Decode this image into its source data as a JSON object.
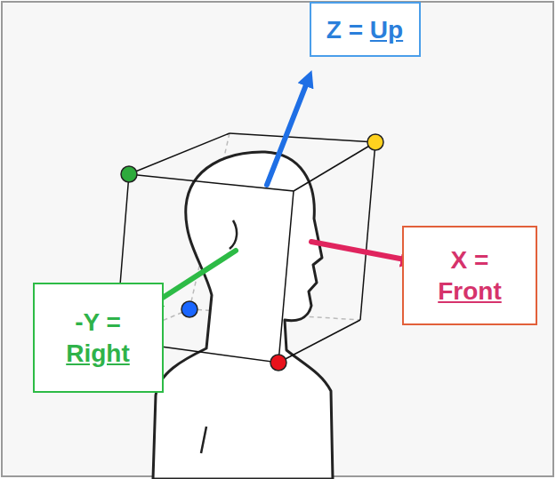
{
  "diagram": {
    "nodes": [
      {
        "text": [
          "Z = Up"
        ]
      },
      {
        "text": [
          "X = Front"
        ]
      },
      {
        "text": [
          "-Y = Right"
        ]
      }
    ]
  }
}
